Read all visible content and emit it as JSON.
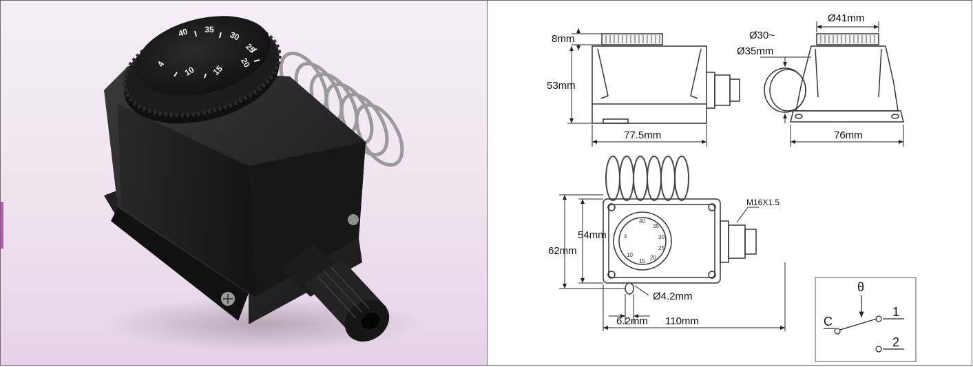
{
  "colors": {
    "accent": "#e3262e",
    "left_tab": "#b85ab0",
    "product_black": "#1d1d1d",
    "drawing_line": "#333333"
  },
  "photo": {
    "dial_numbers": [
      "40",
      "35",
      "30",
      "25",
      "20",
      "15",
      "10",
      "4"
    ]
  },
  "drawing": {
    "top_view": {
      "knob_height": "8mm",
      "body_height": "53mm",
      "body_length": "77.5mm",
      "coil_diameter_top": "Ø30~",
      "coil_diameter_bottom": "Ø35mm"
    },
    "side_view": {
      "knob_diameter": "Ø41mm",
      "base_width": "76mm"
    },
    "plan_view": {
      "gland_thread": "M16X1.5",
      "inner_height": "54mm",
      "outer_height": "62mm",
      "hole_diameter": "Ø4.2mm",
      "hole_offset": "6.2mm",
      "overall_length": "110mm",
      "dial_numbers": [
        "40",
        "35",
        "30",
        "25",
        "20",
        "15",
        "10",
        "4"
      ]
    },
    "switch_symbol": {
      "theta": "θ",
      "common": "C",
      "contact_1": "1",
      "contact_2": "2"
    }
  }
}
